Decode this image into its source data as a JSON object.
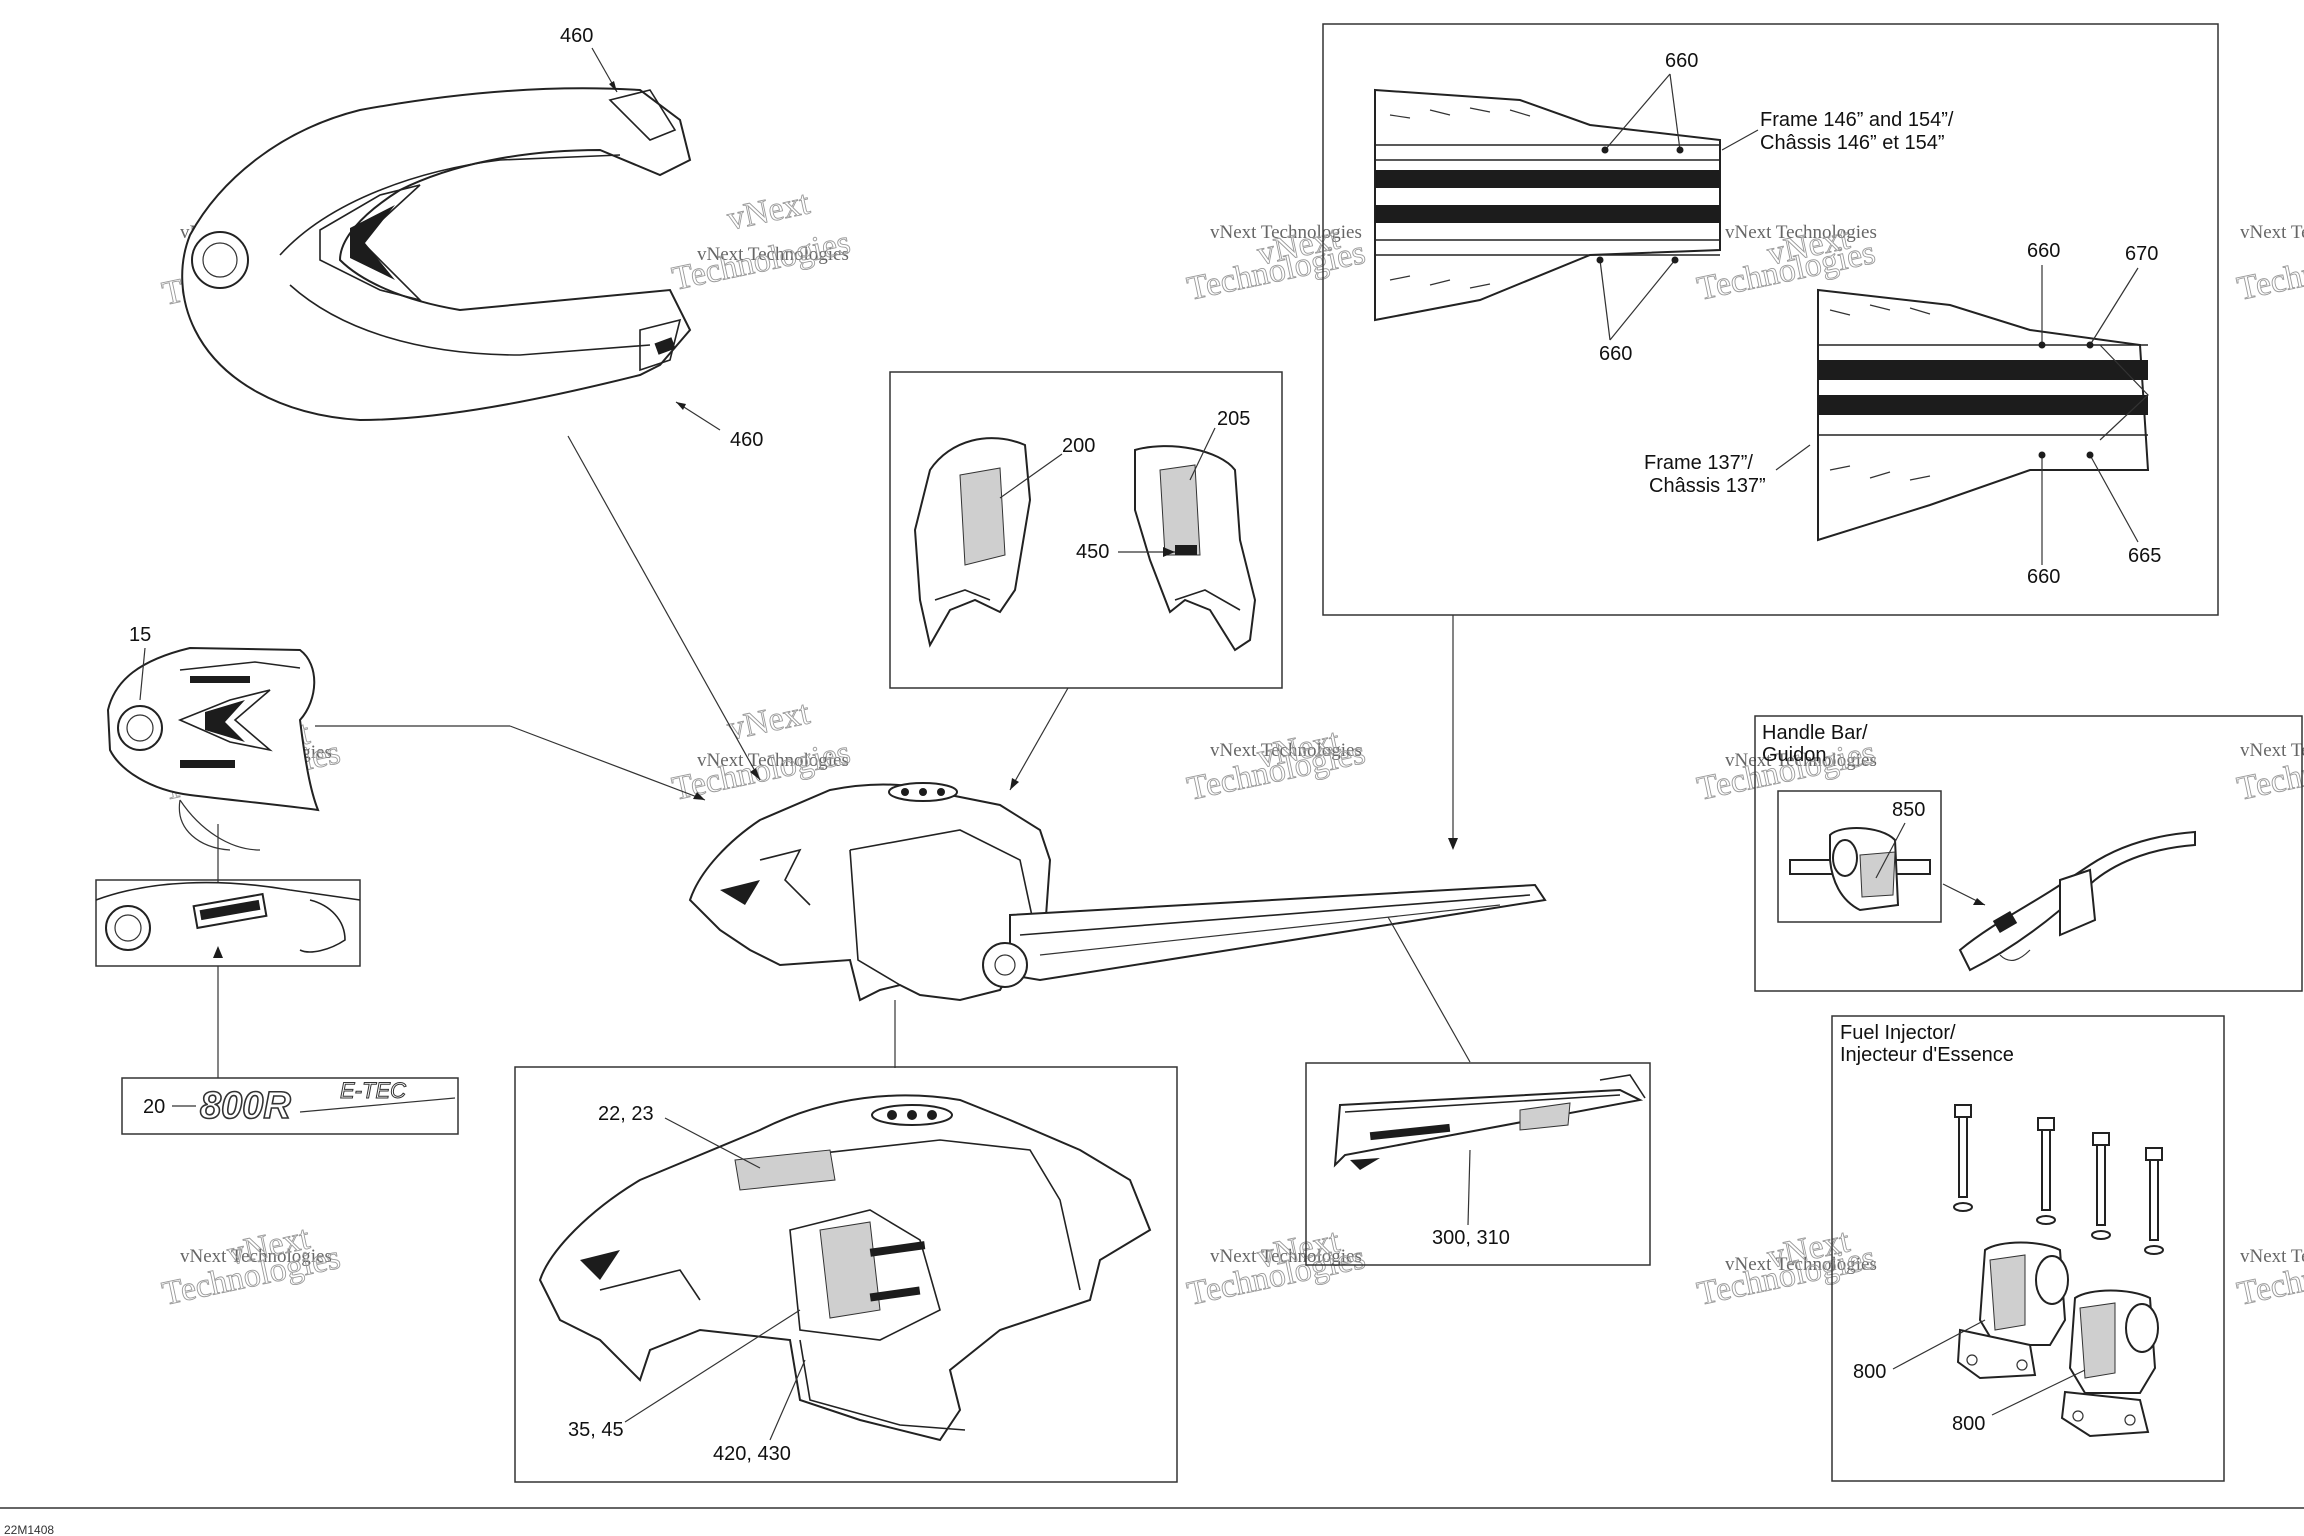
{
  "callouts": {
    "c460_top": "460",
    "c460_bottom": "460",
    "c15": "15",
    "c20": "20",
    "c22_23": "22, 23",
    "c35_45": "35, 45",
    "c420_430": "420, 430",
    "c200": "200",
    "c205": "205",
    "c450": "450",
    "c300_310": "300, 310",
    "c660_a": "660",
    "c660_b": "660",
    "c660_c": "660",
    "c660_d": "660",
    "c670": "670",
    "c665": "665",
    "c850": "850",
    "c800_a": "800",
    "c800_b": "800"
  },
  "frame_labels": {
    "frame_146_154_line1": "Frame 146” and 154”/",
    "frame_146_154_line2": "Châssis 146” et 154”",
    "frame_137_line1": "Frame 137”/",
    "frame_137_line2": "Châssis 137”"
  },
  "panel_titles": {
    "handle_bar_line1": "Handle Bar/",
    "handle_bar_line2": "Guidon",
    "fuel_injector_line1": "Fuel Injector/",
    "fuel_injector_line2": "Injecteur d'Essence"
  },
  "decal": {
    "model": "800R",
    "suffix": "E-TEC"
  },
  "watermark": {
    "line_small": "vNext Technologies",
    "line1": "vNext",
    "line2": "Technologies"
  },
  "drawing_code": "22M1408"
}
